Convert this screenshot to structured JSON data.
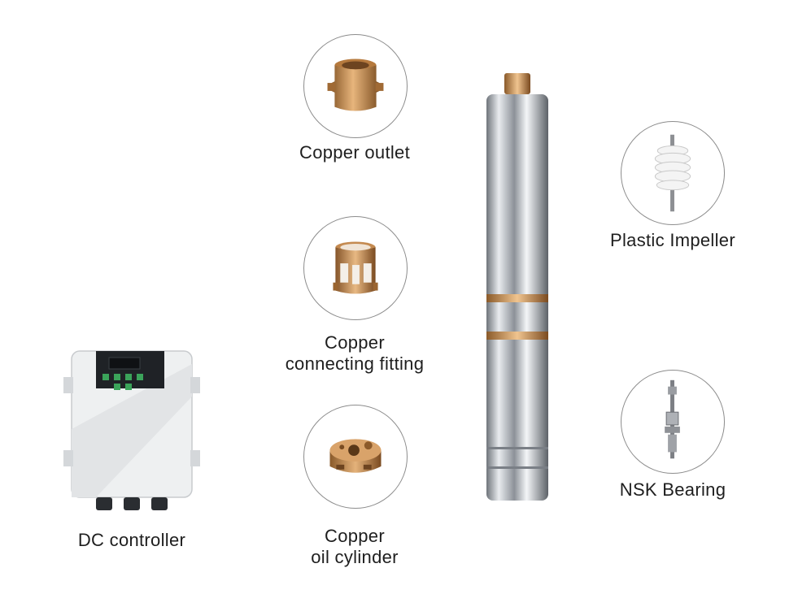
{
  "components": {
    "copper_outlet": "Copper outlet",
    "copper_fitting_line1": "Copper",
    "copper_fitting_line2": "connecting fitting",
    "copper_cylinder_line1": "Copper",
    "copper_cylinder_line2": "oil cylinder",
    "plastic_impeller": "Plastic Impeller",
    "nsk_bearing": "NSK Bearing",
    "dc_controller": "DC controller"
  },
  "colors": {
    "copper": "#c98a4a",
    "steel": "#c9cdd3",
    "circle_border": "#8c8c8c",
    "controller_body": "#eef0f1",
    "controller_panel": "#1f2226",
    "controller_button": "#3ba35a"
  }
}
